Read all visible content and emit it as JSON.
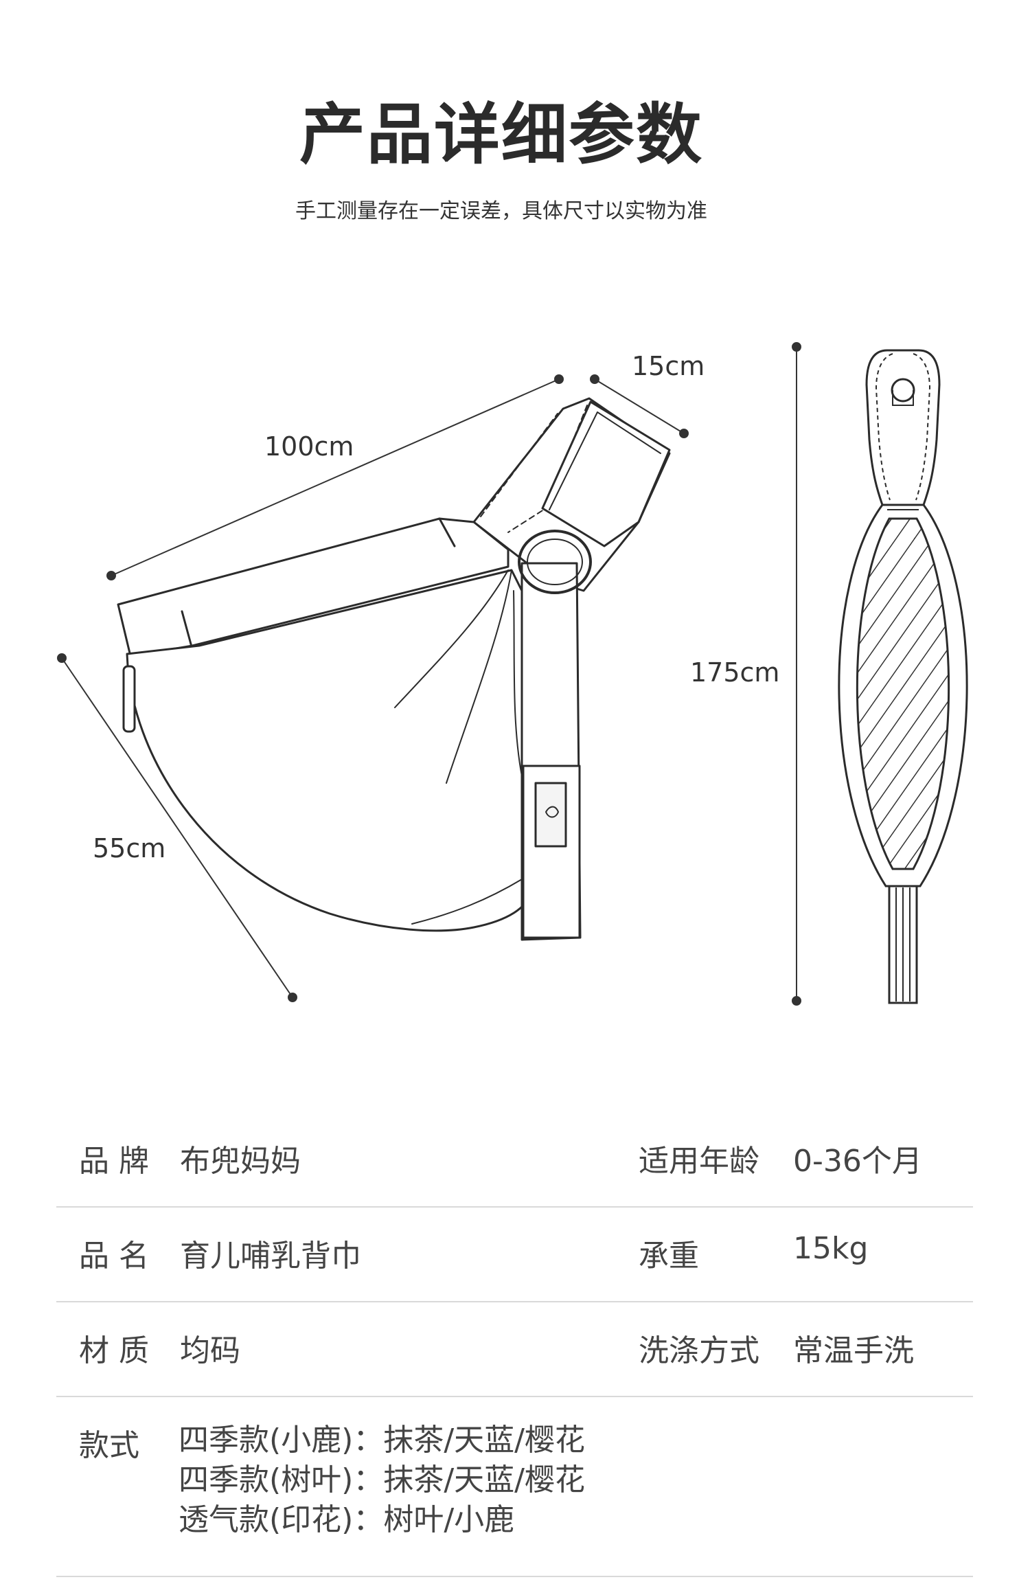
{
  "header": {
    "title": "产品详细参数",
    "subtitle": "手工测量存在一定误差，具体尺寸以实物为准"
  },
  "diagram": {
    "dimensions": {
      "length": "100cm",
      "width": "15cm",
      "depth": "55cm",
      "total": "175cm"
    }
  },
  "specs": {
    "rows": [
      {
        "label1": "品 牌",
        "value1": "布兜妈妈",
        "label2": "适用年龄",
        "value2": "0-36个月"
      },
      {
        "label1": "品 名",
        "value1": "育儿哺乳背巾",
        "label2": "承重",
        "value2": "15kg"
      },
      {
        "label1": "材 质",
        "value1": "均码",
        "label2": "洗涤方式",
        "value2": "常温手洗"
      }
    ],
    "styles_label": "款式",
    "styles": [
      "四季款(小鹿)：抹茶/天蓝/樱花",
      "四季款(树叶)：抹茶/天蓝/樱花",
      "透气款(印花)：树叶/小鹿"
    ]
  }
}
